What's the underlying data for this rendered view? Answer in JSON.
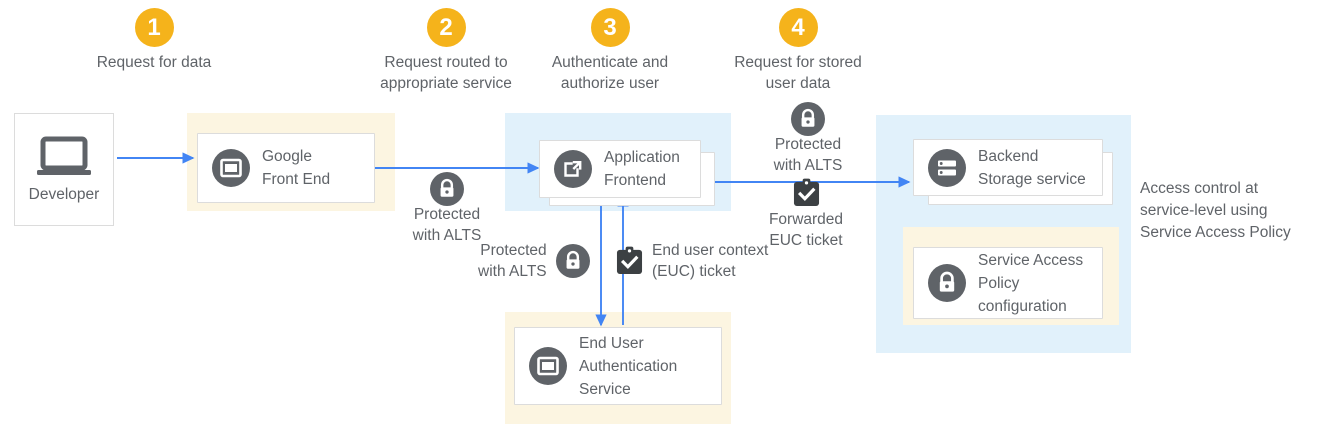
{
  "colors": {
    "badge": "#F5B31B",
    "arrow": "#4285F4",
    "icon_gray": "#5F6368",
    "text_gray": "#5F6368",
    "zone_yellow": "#FCF5E1",
    "zone_blue": "#E1F1FB",
    "card_bg": "#FFFFFF",
    "card_border": "#DCDCDC"
  },
  "steps": [
    {
      "number": "1",
      "label": "Request for data"
    },
    {
      "number": "2",
      "label": "Request routed to\nappropriate service"
    },
    {
      "number": "3",
      "label": "Authenticate and\nauthorize user"
    },
    {
      "number": "4",
      "label": "Request for stored\nuser data"
    }
  ],
  "nodes": {
    "developer": {
      "label": "Developer",
      "icon": "laptop-icon"
    },
    "google_front_end": {
      "label": "Google\nFront End",
      "icon": "window-icon"
    },
    "application_frontend": {
      "label": "Application\nFrontend",
      "icon": "open-in-new-icon"
    },
    "backend_storage": {
      "label": "Backend\nStorage service",
      "icon": "database-icon"
    },
    "service_access_policy": {
      "label": "Service Access\nPolicy\nconfiguration",
      "icon": "lock-icon"
    },
    "euc_service": {
      "label": "End User\nAuthentication\nService",
      "icon": "window-icon"
    }
  },
  "annotations": {
    "alts_gfe_to_af": {
      "label": "Protected\nwith ALTS",
      "icon": "lock-icon"
    },
    "alts_af_to_euc": {
      "label": "Protected\nwith ALTS",
      "icon": "lock-icon"
    },
    "euc_ticket": {
      "label": "End user context\n(EUC) ticket",
      "icon": "clipboard-check-icon"
    },
    "alts_af_to_backend": {
      "label": "Protected\nwith ALTS",
      "icon": "lock-icon"
    },
    "forwarded_euc_ticket": {
      "label": "Forwarded\nEUC ticket",
      "icon": "clipboard-check-icon"
    }
  },
  "side_note": "Access control at\nservice-level using\nService Access Policy"
}
